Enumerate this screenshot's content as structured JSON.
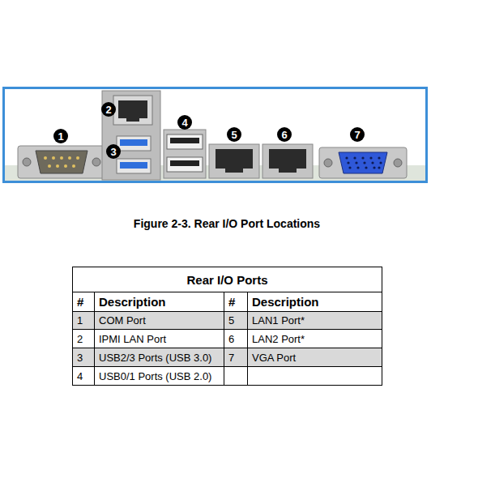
{
  "diagram": {
    "caption": "Figure 2-3. Rear I/O Port Locations",
    "labels": [
      "1",
      "2",
      "3",
      "4",
      "5",
      "6",
      "7",
      "Rear I/O Ports",
      "#",
      "Description",
      "#",
      "Description",
      "1",
      "COM Port",
      "5",
      "LAN1 Port*",
      "2",
      "IPMI LAN Port",
      "6",
      "LAN2 Port*",
      "3",
      "USB2/3 Ports (USB 3.0)",
      "7",
      "VGA Port",
      "4",
      "USB0/1 Ports (USB 2.0)"
    ]
  }
}
